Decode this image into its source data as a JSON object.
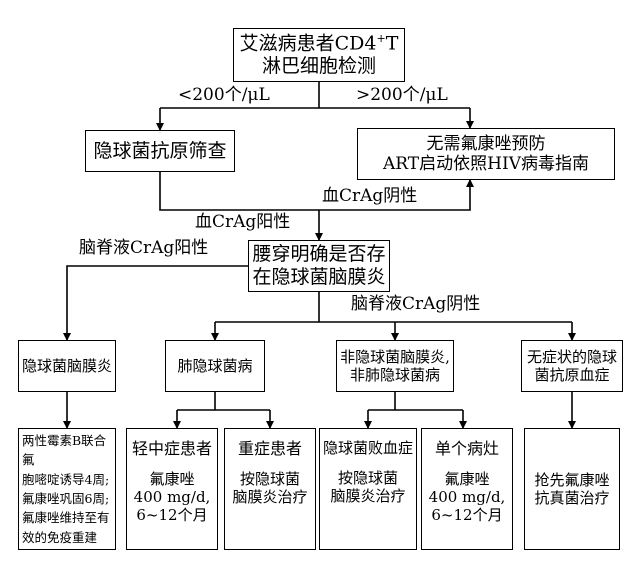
{
  "root": {
    "line1": "艾滋病患者CD4",
    "sup": "+",
    "line1b": "T",
    "line2": "淋巴细胞检测"
  },
  "labels": {
    "lt200": "<200个/μL",
    "gt200": ">200个/μL",
    "blood_neg": "血CrAg阴性",
    "blood_pos": "血CrAg阳性",
    "csf_pos": "脑脊液CrAg阳性",
    "csf_neg": "脑脊液CrAg阴性"
  },
  "screening": {
    "text": "隐球菌抗原筛查"
  },
  "no_prophylaxis": {
    "line1": "无需氟康唑预防",
    "line2": "ART启动依照HIV病毒指南"
  },
  "lumbar": {
    "line1": "腰穿明确是否存",
    "line2": "在隐球菌脑膜炎"
  },
  "categories": {
    "meningitis": {
      "text": "隐球菌脑膜炎"
    },
    "pulmonary": {
      "text": "肺隐球菌病"
    },
    "non_meningeal": {
      "line1": "非隐球菌脑膜炎,",
      "line2": "非肺隐球菌病"
    },
    "asymptomatic": {
      "line1": "无症状的隐球",
      "line2": "菌抗原血症"
    }
  },
  "treatments": {
    "meningitis": {
      "line1": "两性霉素B联合氟",
      "line2": "胞嘧啶诱导4周;",
      "line3": "氟康唑巩固6周;",
      "line4": "氟康唑维持至有",
      "line5": "效的免疫重建"
    },
    "mild": {
      "title": "轻中症患者",
      "drug": "氟康唑",
      "dose": "400 mg/d,",
      "duration": "6~12个月"
    },
    "severe": {
      "title": "重症患者",
      "line1": "按隐球菌",
      "line2": "脑膜炎治疗"
    },
    "fungemia": {
      "title": "隐球菌败血症",
      "line1": "按隐球菌",
      "line2": "脑膜炎治疗"
    },
    "single_lesion": {
      "title": "单个病灶",
      "drug": "氟康唑",
      "dose": "400 mg/d,",
      "duration": "6~12个月"
    },
    "preemptive": {
      "line1": "抢先氟康唑",
      "line2": "抗真菌治疗"
    }
  }
}
